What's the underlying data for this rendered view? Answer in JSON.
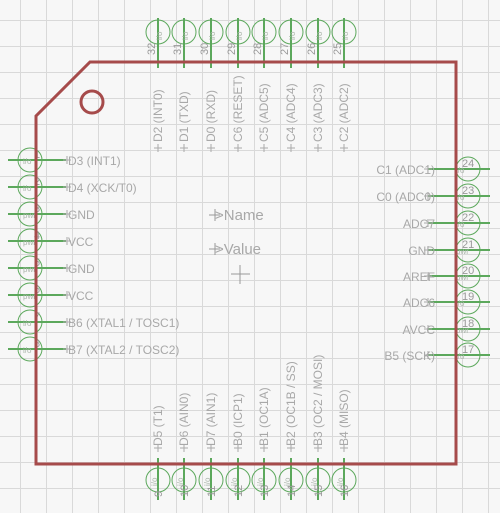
{
  "component": {
    "name_label": ">Name",
    "value_label": ">Value",
    "colors": {
      "body": "#a64b4b",
      "pin": "#5ca85c",
      "text": "#a8a8a8",
      "grid": "#d9d9d9"
    }
  },
  "pins_left": [
    {
      "num": "1",
      "type": "i/o",
      "label": "D3 (INT1)"
    },
    {
      "num": "2",
      "type": "i/o",
      "label": "D4 (XCK/T0)"
    },
    {
      "num": "3",
      "type": "pwr",
      "label": "GND"
    },
    {
      "num": "4",
      "type": "pwr",
      "label": "VCC"
    },
    {
      "num": "5",
      "type": "pwr",
      "label": "GND"
    },
    {
      "num": "6",
      "type": "pwr",
      "label": "VCC"
    },
    {
      "num": "7",
      "type": "i/o",
      "label": "B6 (XTAL1 / TOSC1)"
    },
    {
      "num": "8",
      "type": "i/o",
      "label": "B7 (XTAL2 / TOSC2)"
    }
  ],
  "pins_bottom": [
    {
      "num": "9",
      "type": "i/o",
      "label": "D5 (T1)"
    },
    {
      "num": "10",
      "type": "i/o",
      "label": "D6 (AIN0)"
    },
    {
      "num": "11",
      "type": "i/o",
      "label": "D7 (AIN1)"
    },
    {
      "num": "12",
      "type": "i/o",
      "label": "B0 (ICP1)"
    },
    {
      "num": "13",
      "type": "i/o",
      "label": "B1 (OC1A)"
    },
    {
      "num": "14",
      "type": "i/o",
      "label": "B2 (OC1B / SS)"
    },
    {
      "num": "15",
      "type": "i/o",
      "label": "B3 (OC2 / MOSI)"
    },
    {
      "num": "16",
      "type": "i/o",
      "label": "B4 (MISO)"
    }
  ],
  "pins_right": [
    {
      "num": "17",
      "type": "i/o",
      "label": "B5 (SCK)"
    },
    {
      "num": "18",
      "type": "pwr",
      "label": "AVCC"
    },
    {
      "num": "19",
      "type": "i/o",
      "label": "ADC6"
    },
    {
      "num": "20",
      "type": "pwr",
      "label": "AREF"
    },
    {
      "num": "21",
      "type": "pwr",
      "label": "GND"
    },
    {
      "num": "22",
      "type": "i/o",
      "label": "ADC7"
    },
    {
      "num": "23",
      "type": "i/o",
      "label": "C0 (ADC0)"
    },
    {
      "num": "24",
      "type": "i/o",
      "label": "C1 (ADC1)"
    }
  ],
  "pins_top": [
    {
      "num": "25",
      "type": "i/o",
      "label": "C2 (ADC2)"
    },
    {
      "num": "26",
      "type": "i/o",
      "label": "C3 (ADC3)"
    },
    {
      "num": "27",
      "type": "i/o",
      "label": "C4 (ADC4)"
    },
    {
      "num": "28",
      "type": "i/o",
      "label": "C5 (ADC5)"
    },
    {
      "num": "29",
      "type": "i/o",
      "label": "C6 (RESET)"
    },
    {
      "num": "30",
      "type": "i/o",
      "label": "D0 (RXD)"
    },
    {
      "num": "31",
      "type": "i/o",
      "label": "D1 (TXD)"
    },
    {
      "num": "32",
      "type": "i/o",
      "label": "D2 (INT0)"
    }
  ]
}
